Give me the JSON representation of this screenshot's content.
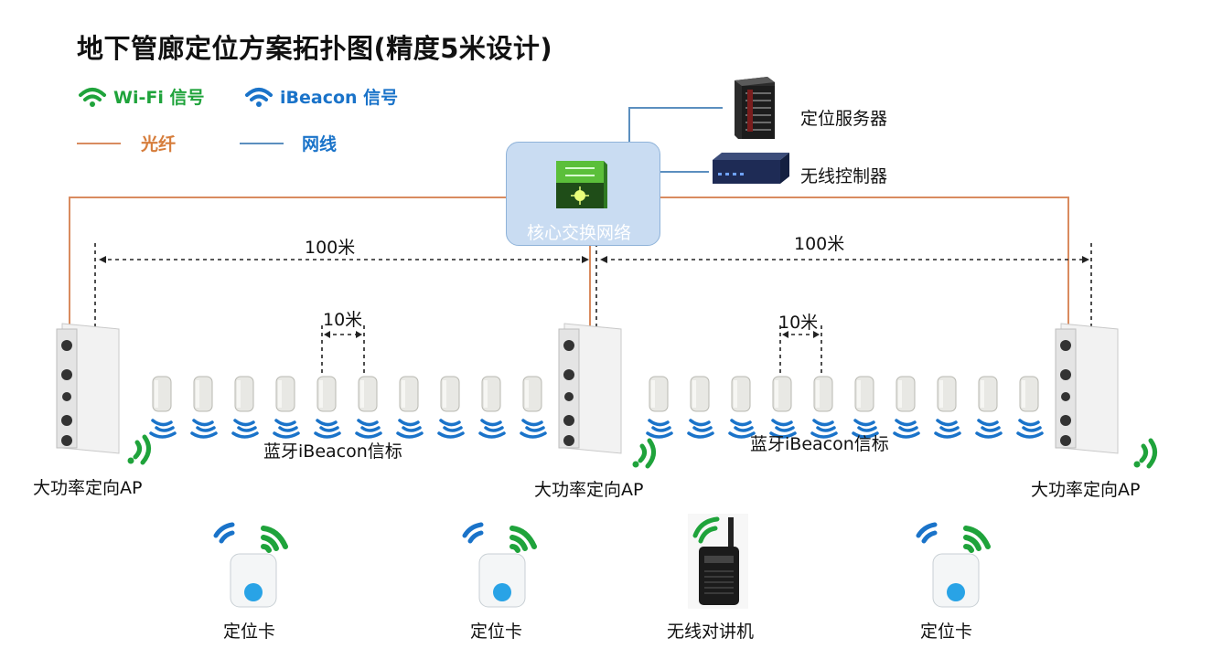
{
  "title": "地下管廊定位方案拓扑图(精度5米设计)",
  "legend": {
    "wifi": "Wi-Fi 信号",
    "ibeacon": "iBeacon 信号",
    "fiber": "光纤",
    "cable": "网线"
  },
  "core": {
    "switch_label": "核心交换网络",
    "server_label": "定位服务器",
    "controller_label": "无线控制器"
  },
  "dimensions": {
    "span_left": "100米",
    "span_right": "100米",
    "gap_left": "10米",
    "gap_right": "10米"
  },
  "beacon_labels": [
    "蓝牙iBeacon信标",
    "蓝牙iBeacon信标"
  ],
  "ap_labels": [
    "大功率定向AP",
    "大功率定向AP",
    "大功率定向AP"
  ],
  "terminals": [
    "定位卡",
    "定位卡",
    "无线对讲机",
    "定位卡"
  ],
  "colors": {
    "wifi": "#1fa33b",
    "ibeacon": "#1a73c9",
    "fiber": "#d98b5f",
    "cable": "#5b8fbf",
    "fiber_text": "#d67d3b",
    "switch_box": "#c9dcf2"
  }
}
